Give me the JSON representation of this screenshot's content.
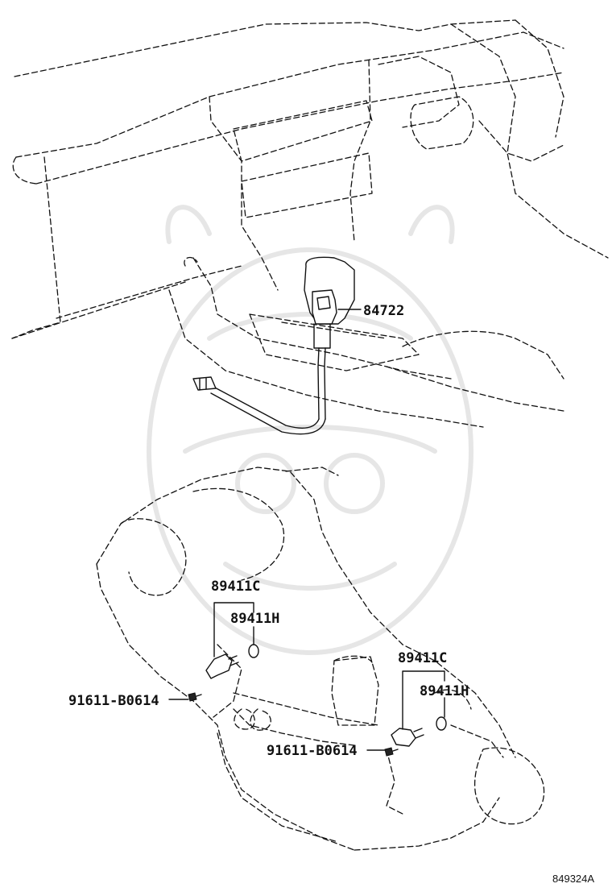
{
  "labels": {
    "switch_part": "84722",
    "sensor_upper": "89411C",
    "sensor_oring_upper": "89411H",
    "bolt_upper": "91611-B0614",
    "sensor_lower": "89411C",
    "sensor_oring_lower": "89411H",
    "bolt_lower": "91611-B0614"
  },
  "reference_code": "849324A"
}
